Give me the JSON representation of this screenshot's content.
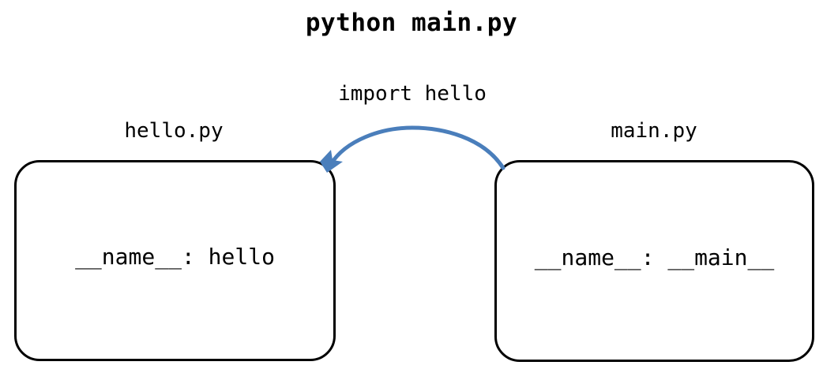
{
  "diagram": {
    "title": "python main.py",
    "background_color": "#ffffff",
    "node_stroke_color": "#000000",
    "arrow_color": "#4a7ebb",
    "nodes": [
      {
        "id": "hello",
        "caption": "hello.py",
        "text": "__name__: hello"
      },
      {
        "id": "main",
        "caption": "main.py",
        "text": "__name__: __main__"
      }
    ],
    "edges": [
      {
        "id": "import-edge",
        "label": "import hello",
        "from": "main",
        "to": "hello",
        "style": "curved-arc",
        "color": "#4a7ebb"
      }
    ]
  }
}
